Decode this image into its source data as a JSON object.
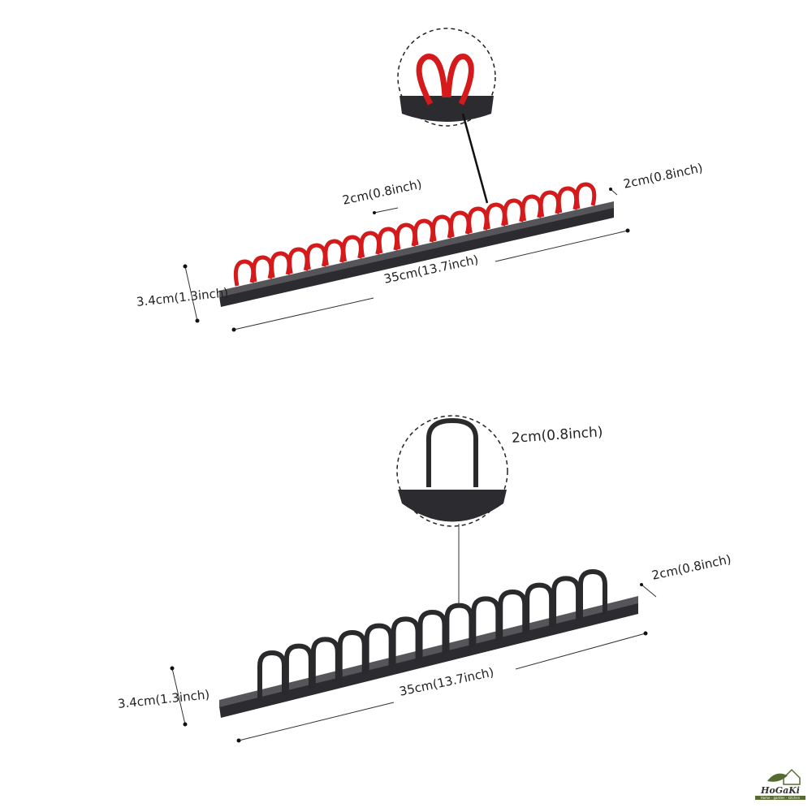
{
  "top_rack": {
    "loop_color": "#d41a1a",
    "loop_count": 20,
    "labels": {
      "height": "3.4cm(1.3inch)",
      "length": "35cm(13.7inch)",
      "spacing": "2cm(0.8inch)",
      "width": "2cm(0.8inch)"
    }
  },
  "bottom_rack": {
    "loop_color": "#2a2a2d",
    "loop_count": 13,
    "labels": {
      "height": "3.4cm(1.3inch)",
      "length": "35cm(13.7inch)",
      "loop_width": "2cm(0.8inch)",
      "width": "2cm(0.8inch)"
    }
  },
  "logo": {
    "name": "HoGaKi",
    "tagline": "Home - garden - kitchen"
  }
}
